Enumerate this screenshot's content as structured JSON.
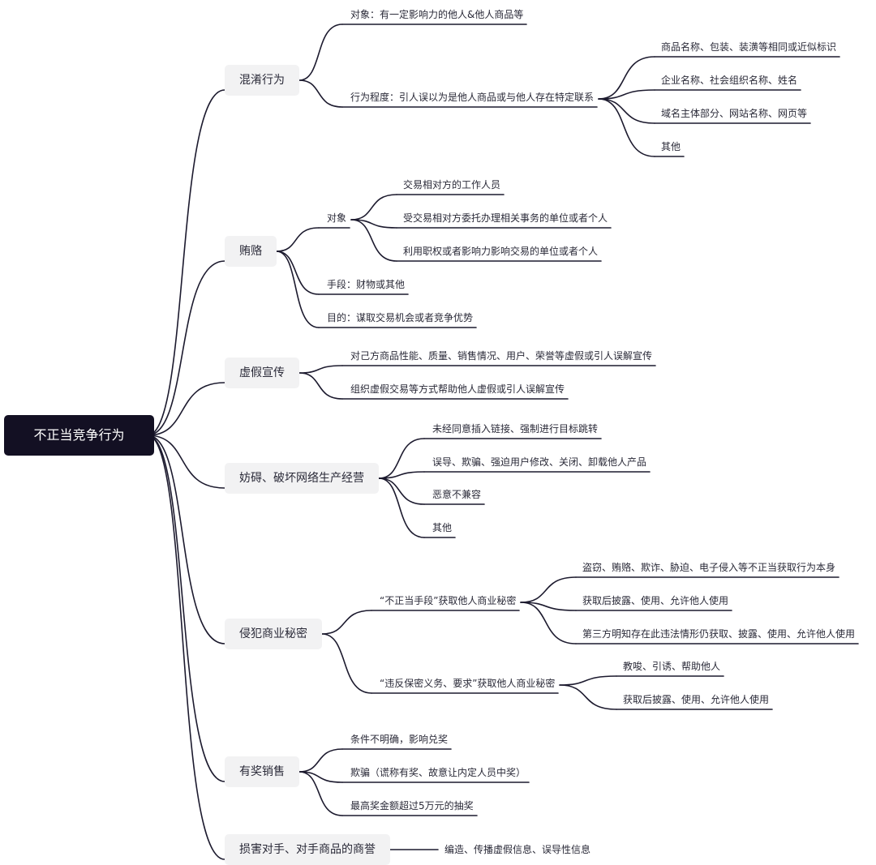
{
  "root": "不正当竞争行为",
  "categories": [
    {
      "label": "混淆行为",
      "items": [
        {
          "label": "对象：有一定影响力的他人&他人商品等"
        },
        {
          "label": "行为程度：引人误以为是他人商品或与他人存在特定联系",
          "items": [
            {
              "label": "商品名称、包装、装潢等相同或近似标识"
            },
            {
              "label": "企业名称、社会组织名称、姓名"
            },
            {
              "label": "域名主体部分、网站名称、网页等"
            },
            {
              "label": "其他"
            }
          ]
        }
      ]
    },
    {
      "label": "贿赂",
      "items": [
        {
          "label": "对象",
          "items": [
            {
              "label": "交易相对方的工作人员"
            },
            {
              "label": "受交易相对方委托办理相关事务的单位或者个人"
            },
            {
              "label": "利用职权或者影响力影响交易的单位或者个人"
            }
          ]
        },
        {
          "label": "手段：财物或其他"
        },
        {
          "label": "目的：谋取交易机会或者竞争优势"
        }
      ]
    },
    {
      "label": "虚假宣传",
      "items": [
        {
          "label": "对己方商品性能、质量、销售情况、用户、荣誉等虚假或引人误解宣传"
        },
        {
          "label": "组织虚假交易等方式帮助他人虚假或引人误解宣传"
        }
      ]
    },
    {
      "label": "妨碍、破坏网络生产经营",
      "items": [
        {
          "label": "未经同意插入链接、强制进行目标跳转"
        },
        {
          "label": "误导、欺骗、强迫用户修改、关闭、卸载他人产品"
        },
        {
          "label": "恶意不兼容"
        },
        {
          "label": "其他"
        }
      ]
    },
    {
      "label": "侵犯商业秘密",
      "items": [
        {
          "label": "“不正当手段”获取他人商业秘密",
          "items": [
            {
              "label": "盗窃、贿赂、欺诈、胁迫、电子侵入等不正当获取行为本身"
            },
            {
              "label": "获取后披露、使用、允许他人使用"
            },
            {
              "label": "第三方明知存在此违法情形仍获取、披露、使用、允许他人使用"
            }
          ]
        },
        {
          "label": "“违反保密义务、要求”获取他人商业秘密",
          "items": [
            {
              "label": "教唆、引诱、帮助他人"
            },
            {
              "label": "获取后披露、使用、允许他人使用"
            }
          ]
        }
      ]
    },
    {
      "label": "有奖销售",
      "items": [
        {
          "label": "条件不明确，影响兑奖"
        },
        {
          "label": "欺骗（谎称有奖、故意让内定人员中奖）"
        },
        {
          "label": "最高奖金额超过5万元的抽奖"
        }
      ]
    },
    {
      "label": "损害对手、对手商品的商誉",
      "items": [
        {
          "label": "编造、传播虚假信息、误导性信息"
        }
      ]
    }
  ]
}
